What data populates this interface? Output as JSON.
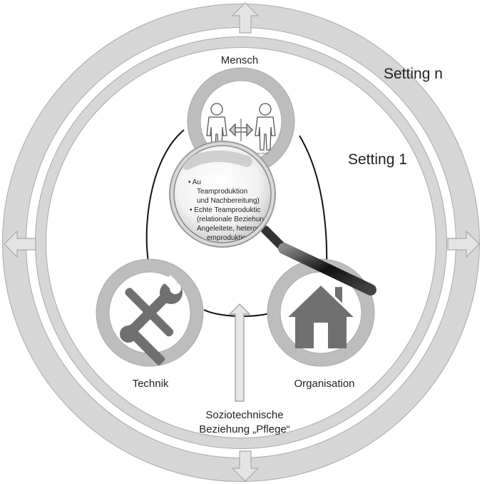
{
  "outer_setting_label": "Setting n",
  "inner_setting_label": "Setting 1",
  "nodes": {
    "mensch": {
      "label": "Mensch",
      "figure_left_tag": "",
      "figure_right_tag": "Gepflegte"
    },
    "technik": {
      "label": "Technik"
    },
    "organisation": {
      "label": "Organisation"
    }
  },
  "center_arrow_caption": [
    "Soziotechnische",
    "Beziehung „Pflege“"
  ],
  "magnifier_text": [
    "• Au",
    "Teamproduktion",
    "und Nachbereitung)",
    "• Echte Teamproduktic",
    "(relationale Beziehun",
    "Angeleitete, heteron",
    "emproduktion"
  ],
  "icons": {
    "mensch": "two-people-icon",
    "technik": "tools-icon",
    "organisation": "house-icon",
    "magnifier": "magnifying-glass-icon"
  },
  "colors": {
    "ring": "#cccccc",
    "ring_stroke": "#a9a9a9",
    "icon": "#707070",
    "line": "#111111"
  }
}
